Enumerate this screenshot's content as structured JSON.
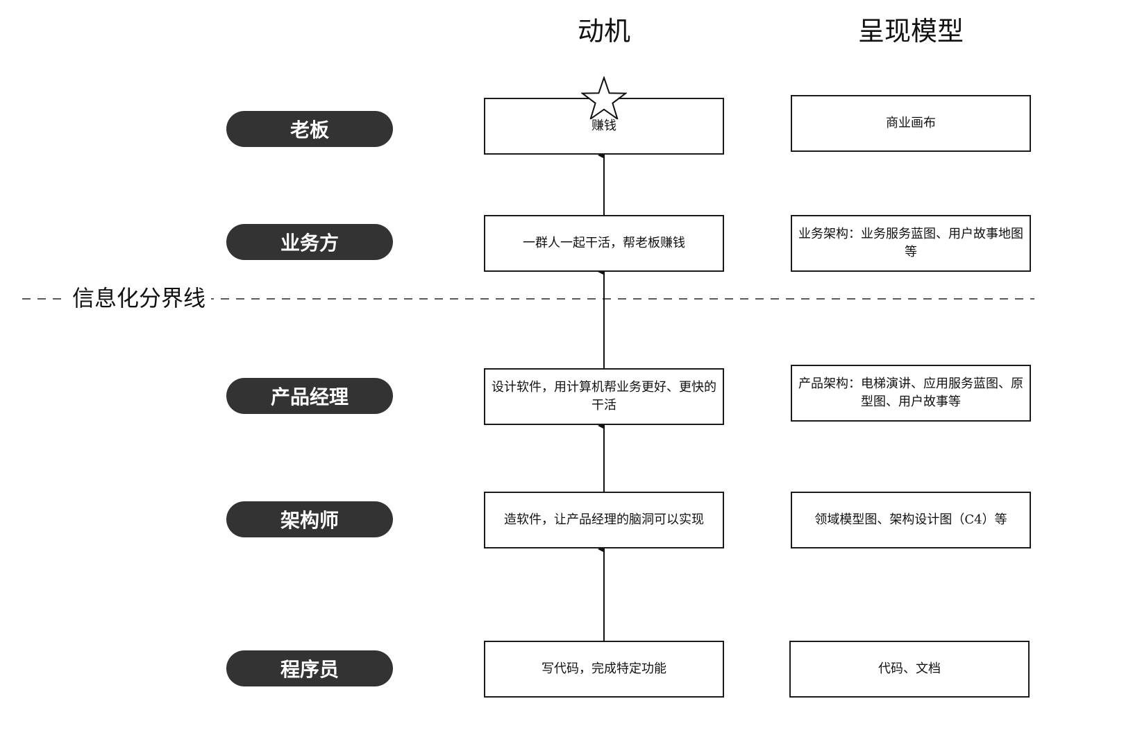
{
  "columns": {
    "motivation": "动机",
    "model": "呈现模型"
  },
  "divider": {
    "label": "信息化分界线"
  },
  "rows": [
    {
      "role": "老板",
      "motivation": "赚钱",
      "model": "商业画布"
    },
    {
      "role": "业务方",
      "motivation": "一群人一起干活，帮老板赚钱",
      "model": "业务架构：业务服务蓝图、用户故事地图等"
    },
    {
      "role": "产品经理",
      "motivation": "设计软件，用计算机帮业务更好、更快的干活",
      "model": "产品架构：电梯演讲、应用服务蓝图、原型图、用户故事等"
    },
    {
      "role": "架构师",
      "motivation": "造软件，让产品经理的脑洞可以实现",
      "model": "领域模型图、架构设计图（C4）等"
    },
    {
      "role": "程序员",
      "motivation": "写代码，完成特定功能",
      "model": "代码、文档"
    }
  ],
  "icons": {
    "top_marker": "star-icon",
    "arrow": "arrow-up-icon"
  },
  "colors": {
    "pill_bg": "#333333",
    "pill_text": "#ffffff",
    "box_border": "#1a1a1a"
  }
}
